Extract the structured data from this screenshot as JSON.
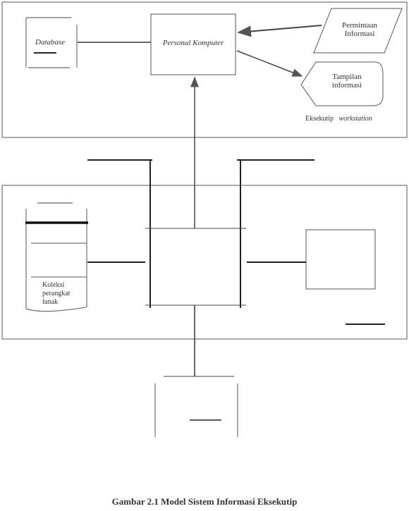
{
  "diagram": {
    "database_label": "Database",
    "pc_label": "Personal Komputer",
    "request_label_line1": "Permintaan",
    "request_label_line2": "Informasi",
    "display_label_line1": "Tampilan",
    "display_label_line2": "informasi",
    "workstation_label_prefix": "Eksekutip",
    "workstation_label_suffix": "workstation",
    "software_label_line1": "Koleksi",
    "software_label_line2": "perangkat",
    "software_label_line3": "lunak"
  },
  "caption": "Gambar 2.1 Model Sistem Informasi Eksekutip"
}
